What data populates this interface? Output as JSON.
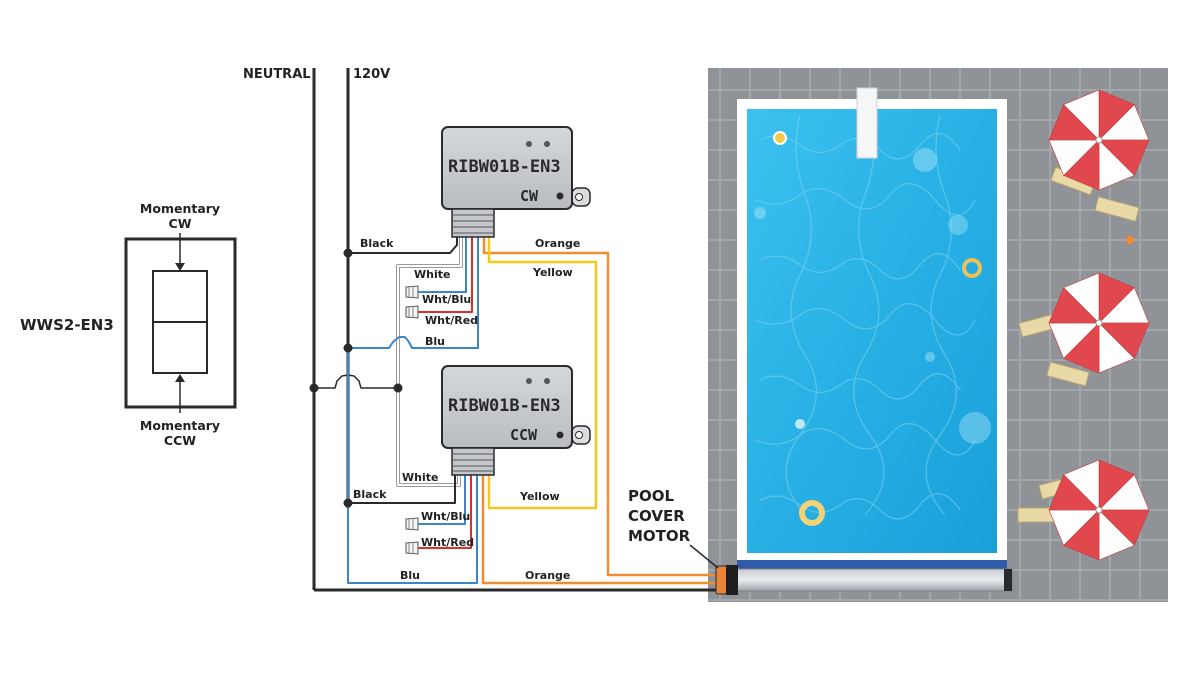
{
  "power": {
    "neutral_label": "NEUTRAL",
    "hot_label": "120V"
  },
  "switch": {
    "model": "WWS2-EN3",
    "top_label_line1": "Momentary",
    "top_label_line2": "CW",
    "bottom_label_line1": "Momentary",
    "bottom_label_line2": "CCW"
  },
  "relay_top": {
    "model": "RIBW01B-EN3",
    "direction": "CW",
    "wires": {
      "black": "Black",
      "white": "White",
      "wht_blu": "Wht/Blu",
      "wht_red": "Wht/Red",
      "blu": "Blu",
      "orange": "Orange",
      "yellow": "Yellow"
    }
  },
  "relay_bottom": {
    "model": "RIBW01B-EN3",
    "direction": "CCW",
    "wires": {
      "black": "Black",
      "white": "White",
      "wht_blu": "Wht/Blu",
      "wht_red": "Wht/Red",
      "blu": "Blu",
      "orange": "Orange",
      "yellow": "Yellow"
    }
  },
  "motor": {
    "line1": "POOL",
    "line2": "COVER",
    "line3": "MOTOR"
  },
  "colors": {
    "wire_black": "#2a2a2a",
    "wire_blue": "#3a86c8",
    "wire_orange": "#f08c32",
    "wire_yellow": "#f2c81e",
    "wire_red": "#d9302f",
    "wire_white": "#9a9a9a",
    "relay_body": "#c9ccd1",
    "pool_water": "#2fb4e6",
    "deck_tile": "#8d9196",
    "umbrella_red": "#e0484d"
  }
}
